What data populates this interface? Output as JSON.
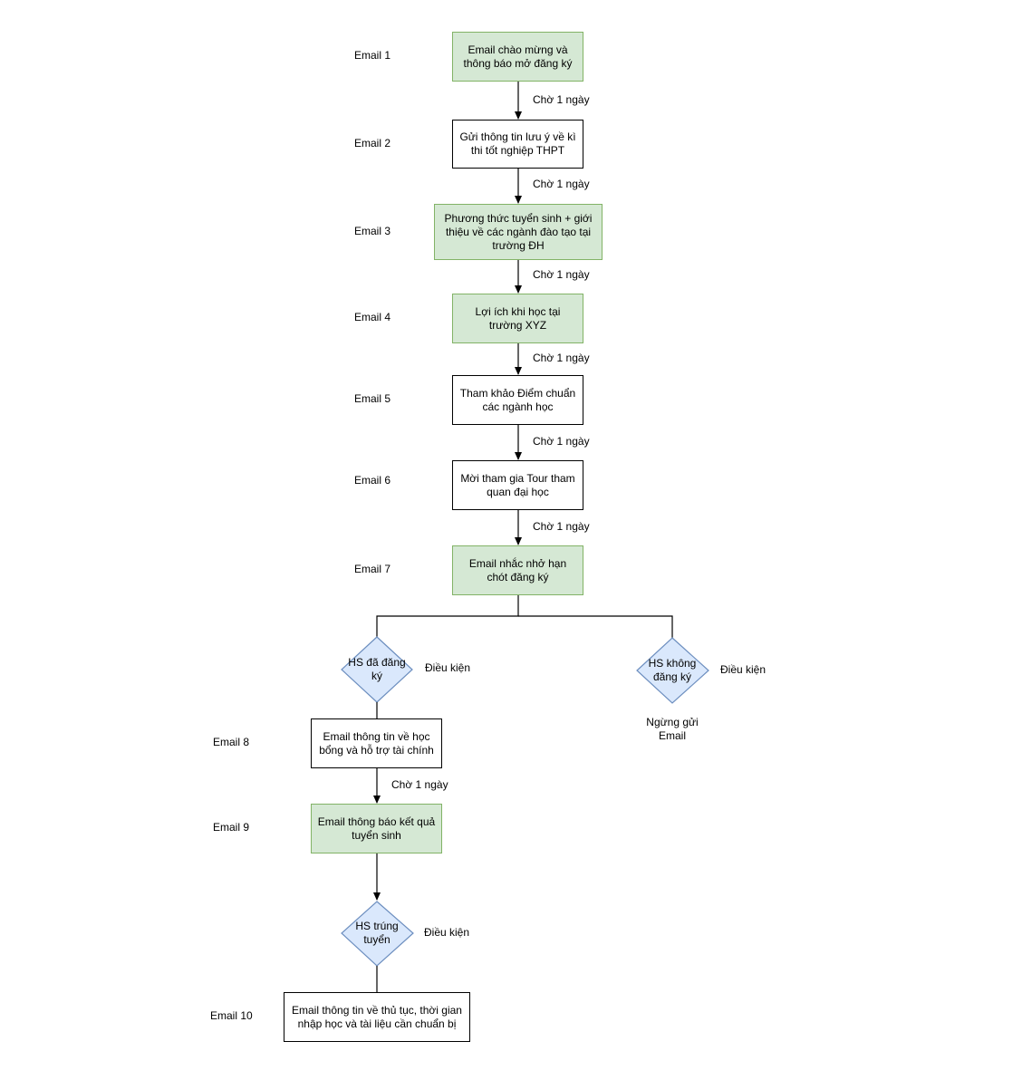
{
  "colors": {
    "green_fill": "#d5e8d4",
    "green_stroke": "#82b366",
    "diamond_fill": "#dae8fc",
    "diamond_stroke": "#6c8ebf",
    "line": "#000000"
  },
  "email_labels": [
    "Email 1",
    "Email 2",
    "Email 3",
    "Email 4",
    "Email 5",
    "Email 6",
    "Email 7",
    "Email 8",
    "Email 9",
    "Email 10"
  ],
  "steps": [
    "Email chào mừng và thông báo mở đăng ký",
    "Gửi thông tin lưu ý về kì thi tốt nghiệp THPT",
    "Phương thức tuyển sinh + giới thiệu về các ngành đào tạo tại trường ĐH",
    "Lợi ích khi học tại trường XYZ",
    "Tham khảo Điểm chuẩn các ngành học",
    "Mời tham gia Tour tham quan đại học",
    "Email nhắc nhở hạn chót đăng ký",
    "Email thông tin về học bổng và hỗ trợ tài chính",
    "Email thông báo kết quả tuyển sinh",
    "Email thông tin về thủ tục, thời gian nhập học và tài liệu cần chuẩn bị"
  ],
  "wait_label": "Chờ 1 ngày",
  "conditions": {
    "registered": "HS đã đăng ký",
    "not_registered": "HS không đăng ký",
    "admitted": "HS trúng tuyển",
    "label": "Điều kiện"
  },
  "stop_label": "Ngừng gửi Email"
}
